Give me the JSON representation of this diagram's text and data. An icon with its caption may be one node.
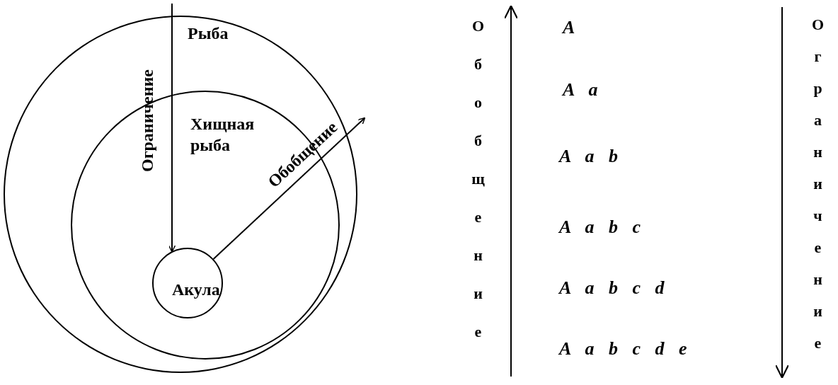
{
  "diagram": {
    "nodes": [
      {
        "text": [
          "Рыба"
        ]
      },
      {
        "text": [
          "Хищная рыба"
        ],
        "in": 0
      },
      {
        "text": [
          "Акула"
        ],
        "in": 1
      }
    ],
    "edges": [
      {
        "from": null,
        "to": 2,
        "arrow": "to",
        "label": "Ограничение"
      },
      {
        "from": 2,
        "to": null,
        "arrow": "to",
        "label": "Обобщение"
      }
    ],
    "labels": [
      "Обобщение",
      "A",
      "A a",
      "A a b",
      "A a b c",
      "A a b c d",
      "A a b c d e",
      "Ограничение"
    ]
  }
}
